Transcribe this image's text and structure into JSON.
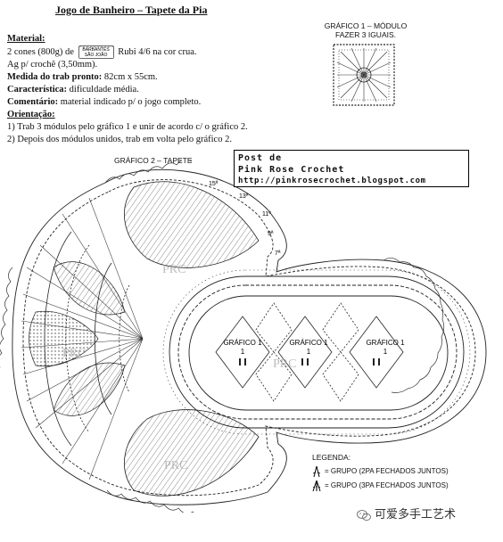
{
  "title": "Jogo de Banheiro – Tapete da Pia",
  "material": {
    "heading": "Material:",
    "line1_pre": "2 cones (800g) de",
    "brand_top": "BARBANTES",
    "brand_bottom": "SÃO JOÃO",
    "line1_post": "Rubi 4/6 na cor crua.",
    "line2": "Ag p/ crochê (3,50mm).",
    "measure_label": "Medida do trab pronto:",
    "measure_value": "82cm x 55cm.",
    "feature_label": "Característica:",
    "feature_value": "dificuldade média.",
    "comment_label": "Comentário:",
    "comment_value": "material indicado p/ o jogo completo."
  },
  "orientation": {
    "heading": "Orientação:",
    "step1": "1) Trab 3 módulos pelo gráfico 1 e unir de acordo c/ o gráfico 2.",
    "step2": "2) Depois dos módulos unidos, trab em volta pelo gráfico 2."
  },
  "graphic1_label": [
    "GRÁFICO 1 – MÓDULO",
    "FAZER 3 IGUAIS."
  ],
  "graphic2_label": "GRÁFICO 2 – TAPETE",
  "post": {
    "line1": "Post de",
    "line2": "Pink Rose Crochet",
    "line3": "http://pinkrosecrochet.blogspot.com"
  },
  "row_numbers": [
    "15ª",
    "13ª",
    "11ª",
    "9ª",
    "7ª"
  ],
  "module_labels": [
    "GRÁFICO 1",
    "GRÁFICO 1",
    "GRÁFICO 1"
  ],
  "watermarks": [
    "PRC",
    "PRC",
    "PRC",
    "PRC"
  ],
  "legend": {
    "heading": "LEGENDA:",
    "item1": "= GRUPO (2PA FECHADOS JUNTOS)",
    "item2": "= GRUPO (3PA FECHADOS JUNTOS)"
  },
  "footer_watermark": "可爱多手工艺术"
}
